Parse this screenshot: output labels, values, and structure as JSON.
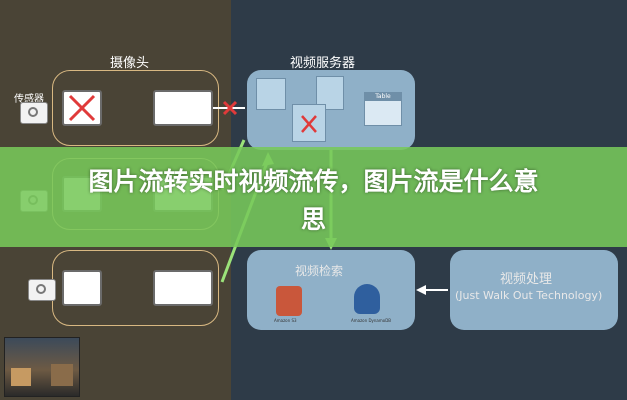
{
  "camera_title": "摄像头",
  "sensor_label": "传感器",
  "server_title": "视频服务器",
  "table_label": "Table",
  "search_title": "视频检索",
  "process_title": "视频处理",
  "process_subtitle": "(Just Walk Out Technology)",
  "search_icons": [
    {
      "name": "kinesis-icon",
      "caption": "Amazon S3"
    },
    {
      "name": "dynamodb-icon",
      "caption": "Amazon DynamoDB"
    }
  ],
  "headline_line1": "图片流转实时视频流传，图片流是什么意",
  "headline_line2": "思",
  "colors": {
    "panel_left": "#4a4436",
    "panel_right": "#2e3b48",
    "box_blue": "#8fb0c8",
    "group_border": "#d8b882",
    "error_red": "#e03a3a",
    "arrow_green": "#9be27a",
    "band_green": "#78c85a"
  }
}
